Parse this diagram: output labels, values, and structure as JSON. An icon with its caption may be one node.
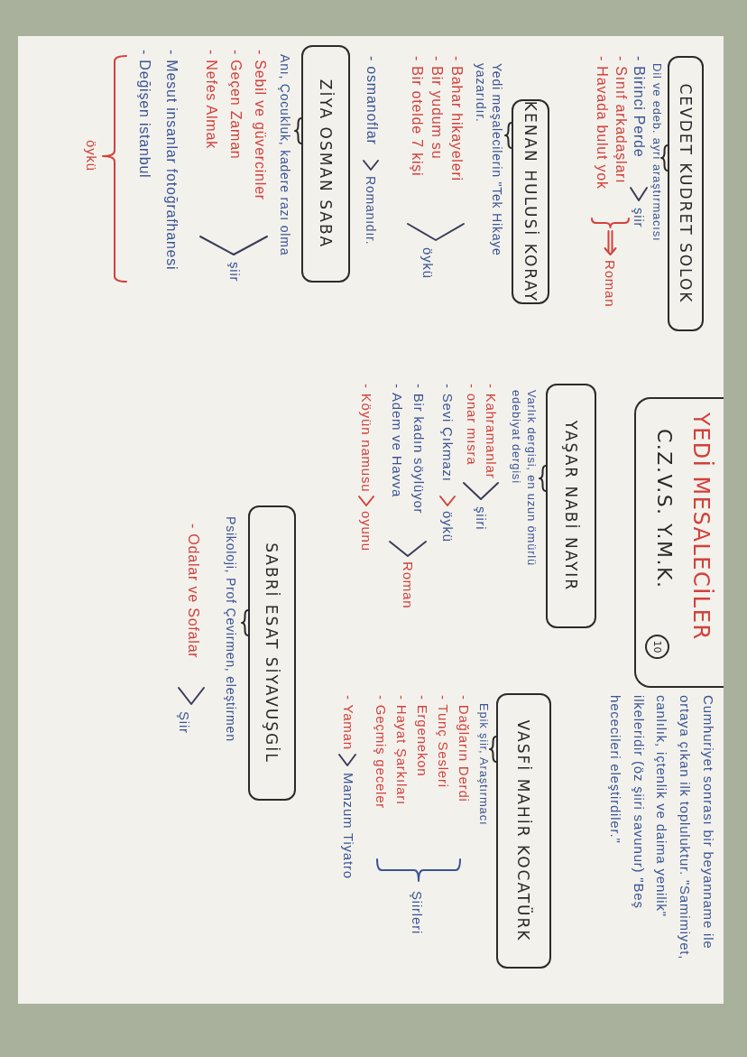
{
  "diagram": {
    "title": "YEDİ MESALECİLER",
    "nodes": [
      {
        "text": [
          "C.Z.V.S. Y.M.K."
        ]
      },
      {
        "text": [
          "10"
        ],
        "in": 0
      },
      {
        "text": [
          "CEVDET KUDRET SOLOK"
        ],
        "beside": [
          "Dil ve edeb. ayrı araştırmacısı",
          "- Birinci Perde",
          "şiir",
          "- Sınıf arkadaşları",
          "- Havada bulut yok",
          "Roman"
        ]
      },
      {
        "text": [
          "KENAN HULUSİ KORAY"
        ],
        "beside": [
          "Yedi meşalecilerin \"Tek Hikaye yazarıdır.",
          "- Bahar hikayeleri",
          "- Bir yudum su",
          "- Bir otelde 7 kişi",
          "öykü"
        ]
      },
      {
        "text": [
          "ZİYA OSMAN SABA"
        ],
        "beside": [
          "Anı, Çocukluk, kadere razı olma",
          "- Sebil ve güvercinler",
          "- Geçen Zaman",
          "- Nefes Almak",
          "şiir",
          "- Mesut insanlar fotoğrafhanesi",
          "- Değişen istanbul",
          "öykü"
        ]
      },
      {
        "text": [
          "YAŞAR NABİ NAYIR"
        ],
        "beside": [
          "Varlık dergisi, en uzun ömürlü edebiyat dergisi",
          "- Kahramanlar",
          "- onar mısra",
          "şiiri",
          "- Sevi Çıkmazı",
          "öykü",
          "- Bir kadın söylüyor",
          "- Adem ve Havva",
          "Roman",
          "- Köyün namusu",
          "oyunu"
        ]
      },
      {
        "text": [
          "SABRİ ESAT SİYAVUŞGİL"
        ],
        "beside": [
          "Psikoloji, Prof Çevirmen, eleştirmen",
          "- Odalar ve Sofalar",
          "Şiir"
        ]
      },
      {
        "text": [
          "VASFİ MAHİR KOCATÜRK"
        ],
        "beside": [
          "Epik şiir, Araştırmacı",
          "- Dağların Derdi",
          "- Tunç Sesleri",
          "- Ergenekon",
          "- Hayat Şarkıları",
          "- Geçmiş geceler",
          "- Yaman",
          "Manzum Tiyatro"
        ]
      }
    ],
    "labels": [
      "Cumhuriyet sonrası bir beyanname ile ortaya çıkan ilk topluluktur. \"Samimiyet, canlılık, içtenlik ve daima yenilik\" ilkeleridir (öz şiiri savunur) \"Beş hececileri eleştirdiler.\"",
      "Şiirleri",
      "- osmanoflar",
      "Romanıdır."
    ]
  }
}
